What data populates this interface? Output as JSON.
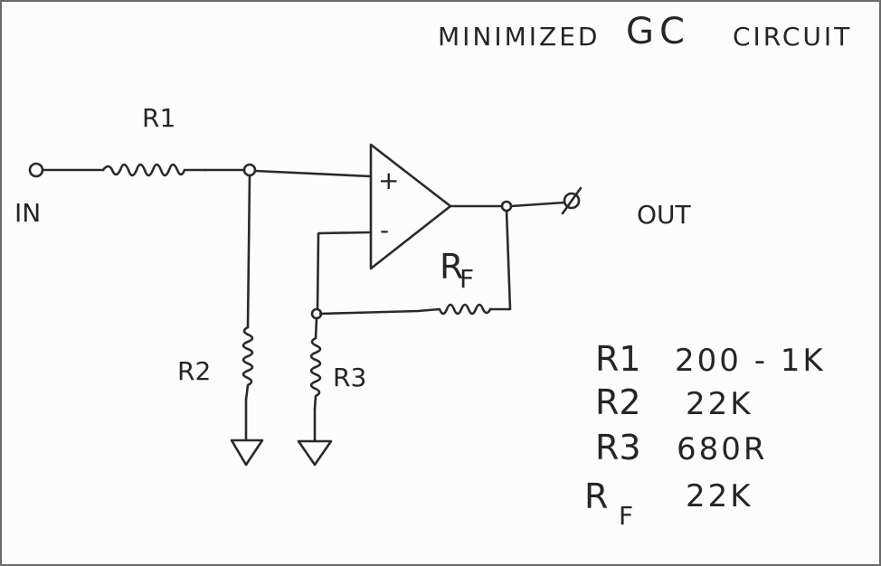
{
  "title": {
    "prefix": "MINIMIZED",
    "emphasis": "GC",
    "suffix": "CIRCUIT"
  },
  "labels": {
    "input": "IN",
    "output": "OUT",
    "r1": "R1",
    "r2": "R2",
    "r3": "R3",
    "rf_main": "R",
    "rf_sub": "F",
    "opamp_plus": "+",
    "opamp_minus": "-"
  },
  "components": [
    {
      "name_main": "R1",
      "name_sub": "",
      "value": "200 - 1K"
    },
    {
      "name_main": "R2",
      "name_sub": "",
      "value": "22K"
    },
    {
      "name_main": "R3",
      "name_sub": "",
      "value": "680R"
    },
    {
      "name_main": "R",
      "name_sub": "F",
      "value": "22K"
    }
  ]
}
